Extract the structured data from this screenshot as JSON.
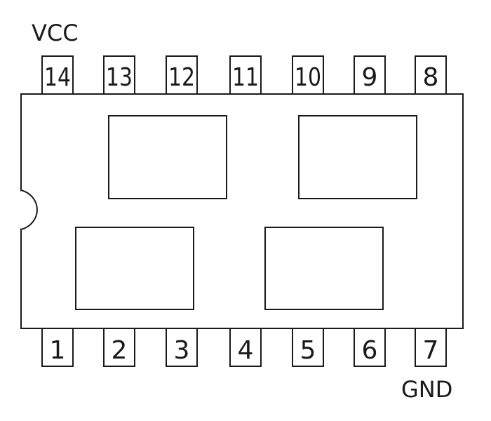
{
  "chip": {
    "supply_label": "VCC",
    "ground_label": "GND",
    "top_pins": [
      "14",
      "13",
      "12",
      "11",
      "10",
      "9",
      "8"
    ],
    "bottom_pins": [
      "1",
      "2",
      "3",
      "4",
      "5",
      "6",
      "7"
    ],
    "gate_count": 4
  },
  "colors": {
    "line": "#1a1a1a",
    "background": "#ffffff"
  }
}
